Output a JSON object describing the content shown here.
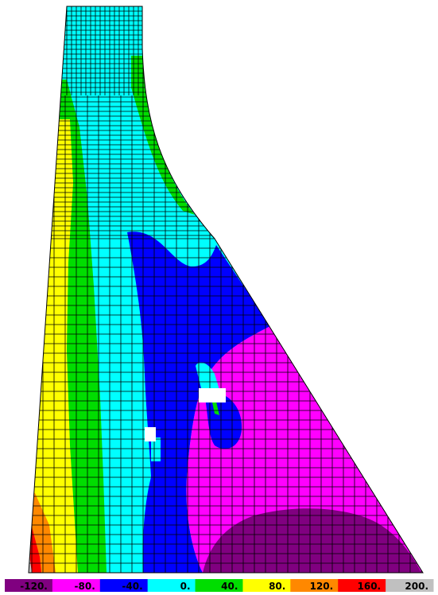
{
  "colors": {
    "magenta": "#ff00ff",
    "blue": "#0000ff",
    "cyan": "#00ffff",
    "green": "#00dd00",
    "yellow": "#ffff00",
    "orange": "#ff8800",
    "red": "#ff0000",
    "purple": "#800080",
    "grey": "#c0c0c0",
    "mesh": "#000000",
    "hole": "#ffffff"
  },
  "legend": {
    "bands": [
      {
        "color": "#800080",
        "label": "-120."
      },
      {
        "color": "#ff00ff",
        "label": "-80."
      },
      {
        "color": "#0000ff",
        "label": "-40."
      },
      {
        "color": "#00ffff",
        "label": "0."
      },
      {
        "color": "#00dd00",
        "label": "40."
      },
      {
        "color": "#ffff00",
        "label": "80."
      },
      {
        "color": "#ff8800",
        "label": "120."
      },
      {
        "color": "#ff0000",
        "label": "160."
      },
      {
        "color": "#c0c0c0",
        "label": "200."
      }
    ]
  }
}
